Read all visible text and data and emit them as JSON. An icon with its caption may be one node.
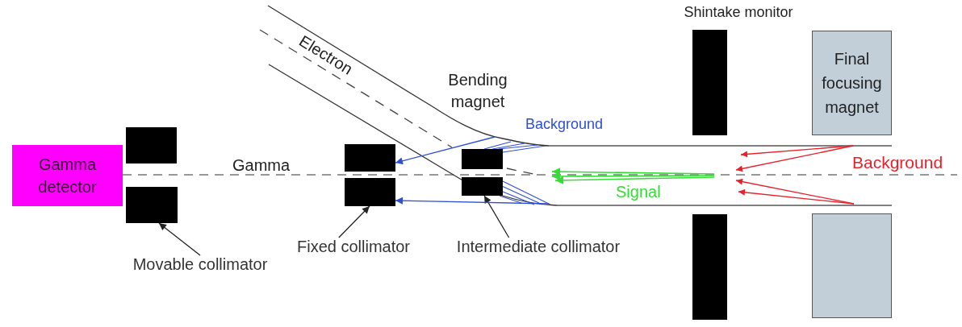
{
  "diagram": {
    "nodes": [
      {
        "text": [
          "Gamma detector"
        ]
      },
      {
        "text": [],
        "shape": "box"
      },
      {
        "text": [],
        "shape": "box"
      },
      {
        "text": [
          "Movable collimator"
        ]
      },
      {
        "text": [],
        "shape": "box"
      },
      {
        "text": [],
        "shape": "box"
      },
      {
        "text": [
          "Fixed collimator"
        ]
      },
      {
        "text": [],
        "shape": "box"
      },
      {
        "text": [],
        "shape": "box"
      },
      {
        "text": [
          "Intermediate collimator"
        ]
      },
      {
        "text": [],
        "shape": "box"
      },
      {
        "text": [],
        "shape": "box"
      },
      {
        "text": [
          "Final focusing magnet"
        ]
      },
      {
        "text": [],
        "shape": "box"
      }
    ],
    "edges": [
      {
        "from": 3,
        "to": 2,
        "arrow": "to",
        "color": "#222222"
      },
      {
        "from": 6,
        "to": 5,
        "arrow": "to",
        "color": "#222222"
      },
      {
        "from": 9,
        "to": 8,
        "arrow": "to",
        "color": "#222222"
      },
      {
        "from": null,
        "to": 4,
        "arrow": "to"
      },
      {
        "from": null,
        "to": 7,
        "arrow": "none"
      },
      {
        "from": null,
        "to": 7,
        "arrow": "none"
      },
      {
        "from": null,
        "to": 7,
        "arrow": "none"
      },
      {
        "from": null,
        "to": 7,
        "arrow": "none"
      },
      {
        "from": null,
        "to": 5,
        "arrow": "to"
      },
      {
        "from": null,
        "to": 8,
        "arrow": "none"
      },
      {
        "from": null,
        "to": 8,
        "arrow": "none"
      },
      {
        "from": null,
        "to": 8,
        "arrow": "none"
      },
      {
        "from": null,
        "to": 8,
        "arrow": "none"
      }
    ],
    "labels": [
      "Shintake monitor",
      "Electron",
      "Bending magnet",
      "Background",
      "Background",
      "Gamma",
      "Signal"
    ]
  }
}
